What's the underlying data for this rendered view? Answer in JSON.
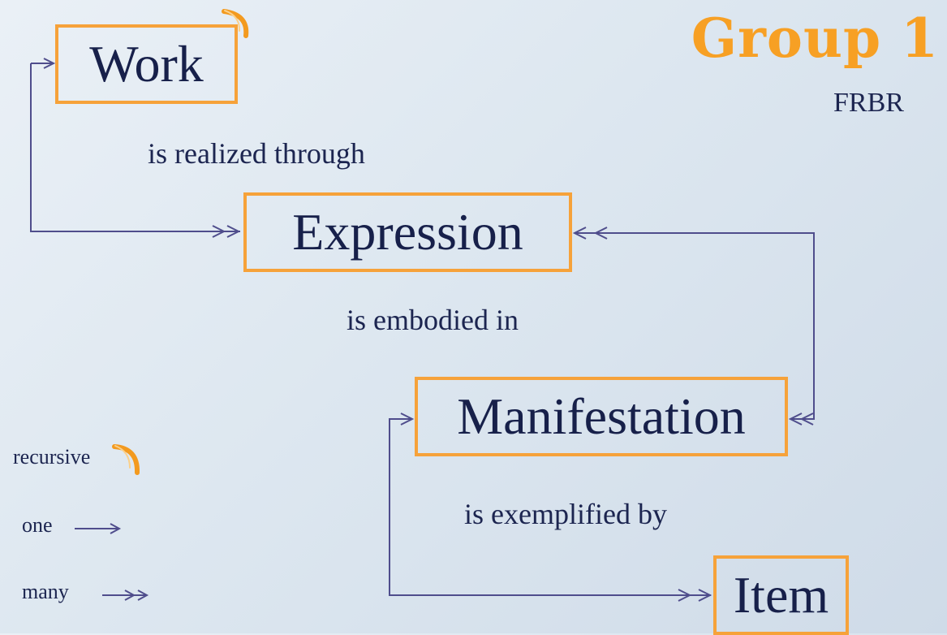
{
  "title": "Group 1",
  "subtitle": "FRBR",
  "entities": {
    "work": "Work",
    "expression": "Expression",
    "manifestation": "Manifestation",
    "item": "Item"
  },
  "relationships": {
    "work_expression": "is realized through",
    "expression_manifestation": "is embodied in",
    "manifestation_item": "is exemplified by"
  },
  "legend": {
    "recursive": "recursive",
    "one": "one",
    "many": "many"
  },
  "colors": {
    "box_border": "#f6a23a",
    "title": "#f7a024",
    "connector": "#4f4d8c",
    "text": "#1c2550"
  }
}
